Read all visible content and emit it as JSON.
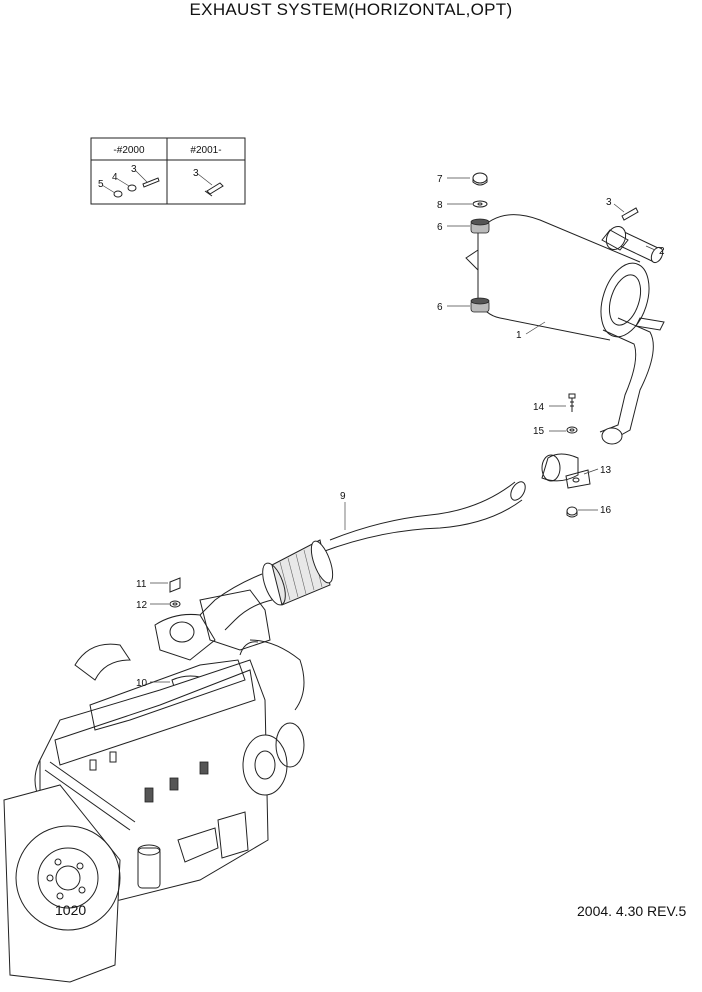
{
  "title": "EXHAUST SYSTEM(HORIZONTAL,OPT)",
  "page_number": "1020",
  "revision": "2004. 4.30 REV.5",
  "serial_table": {
    "col1_header": "-#2000",
    "col2_header": "#2001-",
    "col1_callouts": [
      "5",
      "4",
      "3"
    ],
    "col2_callouts": [
      "3"
    ]
  },
  "callouts": {
    "c1": "1",
    "c2": "2",
    "c3": "3",
    "c6a": "6",
    "c6b": "6",
    "c7": "7",
    "c8": "8",
    "c9": "9",
    "c10": "10",
    "c11": "11",
    "c12": "12",
    "c13": "13",
    "c14": "14",
    "c15": "15",
    "c16": "16"
  }
}
